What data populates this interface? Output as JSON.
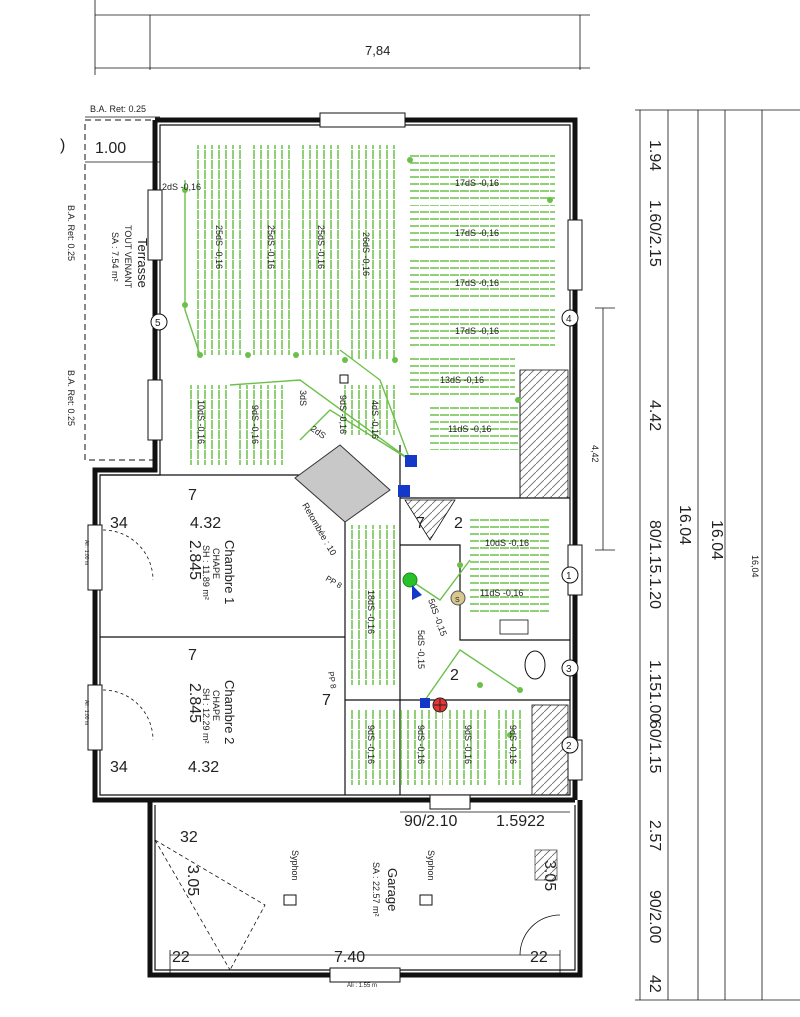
{
  "dimensions": {
    "top_width": "7,84",
    "right_height": "16,04",
    "right_sub": "4,42",
    "col_a": [
      "1.94",
      "1.60/2.15",
      "4.42",
      "80/1.15.1.20",
      "1.151.00",
      "60/1.15",
      "2.57",
      "90/2.00",
      "42"
    ],
    "col_b": "16.04",
    "col_c": "16.04",
    "left_top": "1.00",
    "bottom_door": "90/2.10",
    "bottom_right": "1.5922",
    "garage_width": "7.40",
    "garage_height": "3.05",
    "garage_side": "3.05"
  },
  "labels": {
    "ba_ret_top": "B.A. Ret: 0.25",
    "ba_ret_left1": "B.A. Ret: 0.25",
    "ba_ret_left2": "B.A. Ret: 0.25",
    "terrasse_title": "Terrasse",
    "terrasse_sub": "TOUT VENANT",
    "terrasse_area": "SA : 7.54 m²",
    "chambre1_title": "Chambre 1",
    "chambre1_sub": "CHAPE",
    "chambre1_area": "SH : 11.89 m²",
    "chambre2_title": "Chambre 2",
    "chambre2_sub": "CHAPE",
    "chambre2_area": "SH : 12.29 m²",
    "garage_title": "Garage",
    "garage_area": "SA : 22.57 m²",
    "syphon1": "Syphon",
    "syphon2": "Syphon",
    "retombee": "Retombée : 10",
    "ali_1": "Ali : 1.00 m",
    "ali_2": "Ali : 1.00 m",
    "ali_3": "Ali : 1.55 m",
    "ch1_n1": "7",
    "ch1_n2": "4.32",
    "ch1_n3": "2.845",
    "ch1_n4": "34",
    "ch2_n1": "7",
    "ch2_n2": "2.845",
    "ch2_n3": "34",
    "ch2_n4": "4.32",
    "small_7a": "7",
    "small_2a": "2",
    "small_7b": "7",
    "small_2b": "2",
    "g_32": "32",
    "g_22a": "22",
    "g_22b": "22",
    "pp1": "PP 8",
    "pp2": "PP 8",
    "axis": [
      "1",
      "2",
      "3",
      "4",
      "5"
    ],
    "s_mark": "S"
  },
  "circuits": {
    "c1": "17dS -0,16",
    "c2": "17dS -0,16",
    "c3": "17dS -0,16",
    "c4": "17dS -0,16",
    "c5": "13dS -0,16",
    "c6": "11dS -0,16",
    "c7": "26dS -0,16",
    "c8": "25dS -0,16",
    "c9": "25dS -0,16",
    "c10": "25dS -0,16",
    "c11": "2dS -0,16",
    "c12": "10dS -0,16",
    "c13": "9dS -0,16",
    "c14": "3dS",
    "c15": "9dS -0,16",
    "c16": "4dS -0,16",
    "c17": "2dS",
    "c18": "18dS -0,16",
    "c19": "10dS -0,16",
    "c20": "11dS -0,16",
    "c21": "5dS -0,15",
    "c22": "5dS -0,15",
    "c23": "9dS -0,16",
    "c24": "9dS -0,16",
    "c25": "9dS -0,16",
    "c26": "9dS -0,16"
  }
}
